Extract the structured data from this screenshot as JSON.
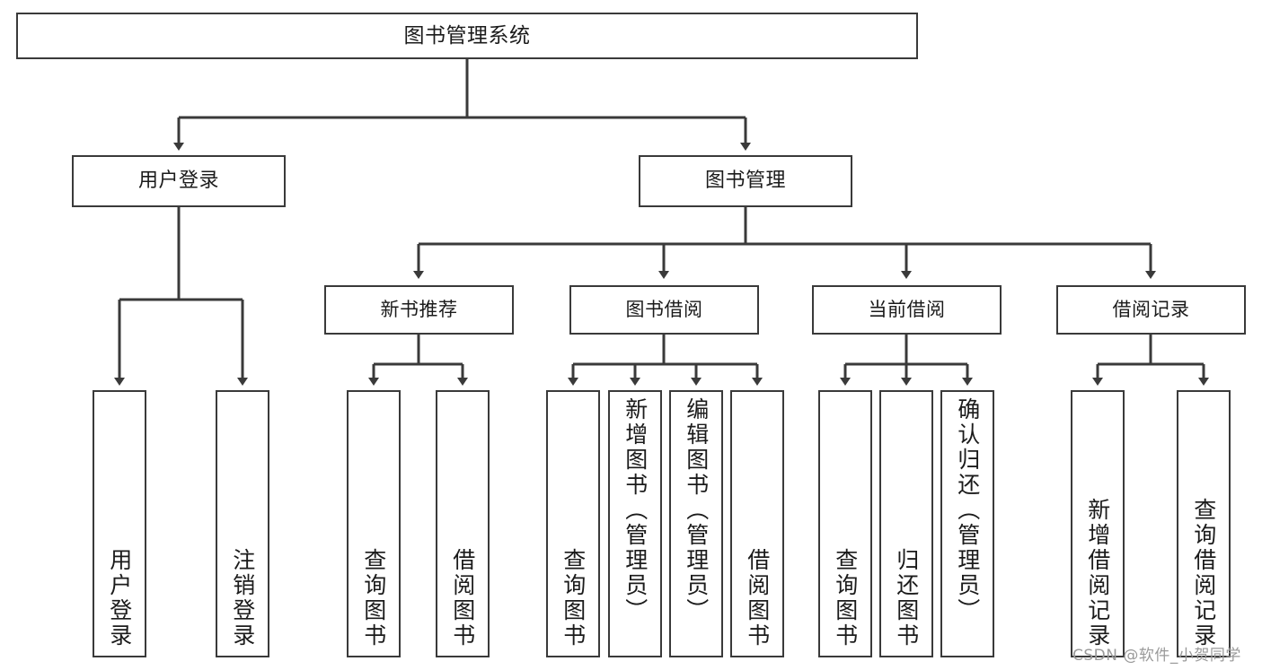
{
  "diagram": {
    "title": "图书管理系统",
    "type": "tree",
    "watermark": "CSDN @软件_小贺同学",
    "colors": {
      "box_border": "#3a3a3a",
      "box_fill": "#ffffff",
      "connector": "#3a3a3a",
      "text": "#1b1b1b",
      "watermark": "#9a9a9a"
    },
    "root": {
      "label": "图书管理系统"
    },
    "level2": [
      {
        "label": "用户登录"
      },
      {
        "label": "图书管理"
      }
    ],
    "level3": [
      {
        "label": "新书推荐"
      },
      {
        "label": "图书借阅"
      },
      {
        "label": "当前借阅"
      },
      {
        "label": "借阅记录"
      }
    ],
    "leaves": {
      "user_login": [
        {
          "label": "用户登录"
        },
        {
          "label": "注销登录"
        }
      ],
      "new_book": [
        {
          "label": "查询图书"
        },
        {
          "label": "借阅图书"
        }
      ],
      "book_borrow": [
        {
          "label": "查询图书"
        },
        {
          "label": "新增图书（管理员）"
        },
        {
          "label": "编辑图书（管理员）"
        },
        {
          "label": "借阅图书"
        }
      ],
      "current_borrow": [
        {
          "label": "查询图书"
        },
        {
          "label": "归还图书"
        },
        {
          "label": "确认归还（管理员）"
        }
      ],
      "borrow_record": [
        {
          "label": "新增借阅记录"
        },
        {
          "label": "查询借阅记录"
        }
      ]
    }
  }
}
